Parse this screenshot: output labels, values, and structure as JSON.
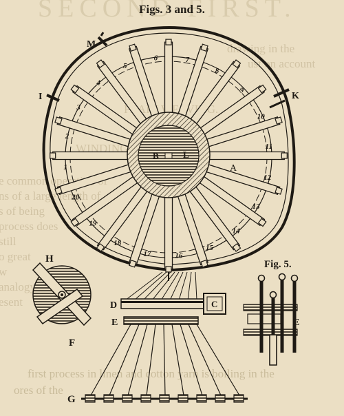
{
  "page": {
    "figure_title": "Figs. 3 and 5.",
    "fig5_label": "Fig. 5.",
    "running_head": "SECOND FIRST.",
    "background_text": [
      "drawing in the",
      "ust on account",
      "PLAIN WEAVING.",
      "WINDING.",
      "e common operation of",
      "ns of a large length of",
      "s of being",
      "process does",
      "still",
      "o great",
      "w",
      "analogy",
      "esent",
      "first process in linen and cotton yarn is boiling in the",
      "ores of the"
    ]
  },
  "labels": {
    "spokes": [
      "1",
      "2",
      "3",
      "4",
      "5",
      "6",
      "7",
      "8",
      "9",
      "10",
      "11",
      "12",
      "13",
      "14",
      "15",
      "16",
      "17",
      "18",
      "19",
      "20"
    ],
    "hub": "B",
    "hub_right": "L",
    "rim_a": "A",
    "letter_m": "M",
    "letter_i": "I",
    "letter_k": "K",
    "letter_h": "H",
    "letter_f": "F",
    "letter_c": "C",
    "letter_d": "D",
    "letter_e": "E",
    "letter_g": "G",
    "fig5_e": "E"
  },
  "colors": {
    "ink": "#1e1a14",
    "paper": "#ebdfc4",
    "ghost": "#cdbf9f"
  }
}
